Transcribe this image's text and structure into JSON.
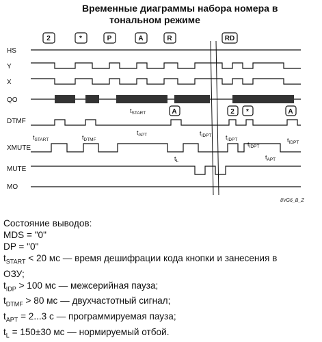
{
  "title_line1": "Временные диаграммы набора номера в",
  "title_line2": "тональном режиме",
  "signals": [
    "HS",
    "Y",
    "X",
    "QO",
    "DTMF",
    "XMUTE",
    "MUTE",
    "MO"
  ],
  "keys_top": [
    "2",
    "*",
    "P",
    "A",
    "R",
    "RD"
  ],
  "keys_dtmf": [
    "A",
    "2",
    "*",
    "A"
  ],
  "timing_labels": {
    "t": "t",
    "start": "START",
    "dtmf": "DTMF",
    "apt": "APT",
    "idpt": "IDPT",
    "l": "L"
  },
  "figure_code": "8VG6_B_Z",
  "notes": {
    "heading": "Состояние выводов:",
    "mds": "MDS = \"0\"",
    "dp": "DP = \"0\"",
    "t_start_line1_text": " <  20 мс — время дешифрации кода кнопки и занесения в",
    "t_start_line2": "ОЗУ;",
    "t_idp_sub": "IDP",
    "t_idp_text": " > 100 мс — межсерийная пауза;",
    "t_dtmf_sub": "DTMF",
    "t_dtmf_text": " > 80 мс — двухчастотный сигнал;",
    "t_apt_sub": "APT",
    "t_apt_text": " = 2...3 с — программируемая пауза;",
    "t_l_sub": "L",
    "t_l_text": " = 150±30 мс — нормируемый отбой."
  }
}
